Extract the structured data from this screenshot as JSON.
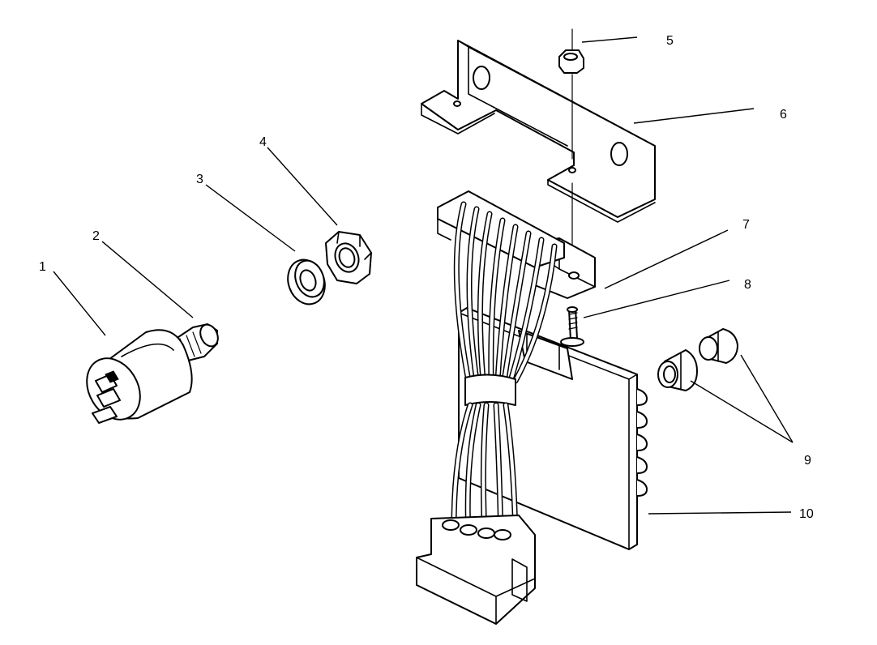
{
  "diagram": {
    "callouts": {
      "c1": "1",
      "c2": "2",
      "c3": "3",
      "c4": "4",
      "c5": "5",
      "c6": "6",
      "c7": "7",
      "c8": "8",
      "c9": "9",
      "c10": "10"
    },
    "parts": [
      {
        "id": "1",
        "name": "switch-body"
      },
      {
        "id": "2",
        "name": "switch-plunger"
      },
      {
        "id": "3",
        "name": "washer"
      },
      {
        "id": "4",
        "name": "hex-nut"
      },
      {
        "id": "5",
        "name": "small-nut"
      },
      {
        "id": "6",
        "name": "mounting-bracket"
      },
      {
        "id": "7",
        "name": "wire-harness-clip"
      },
      {
        "id": "8",
        "name": "screw"
      },
      {
        "id": "9",
        "name": "bulb-sockets"
      },
      {
        "id": "10",
        "name": "circuit-board"
      }
    ]
  }
}
